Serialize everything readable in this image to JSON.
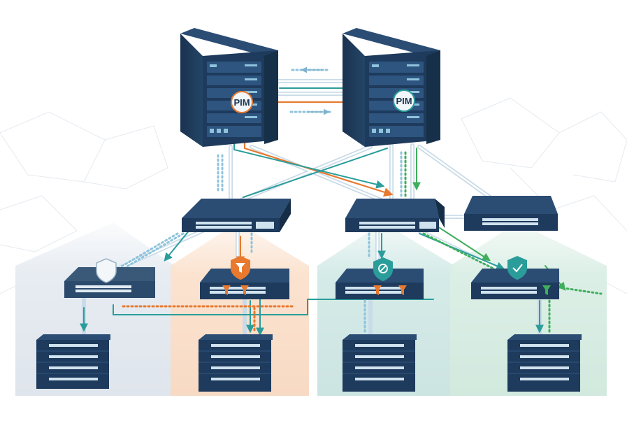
{
  "diagram": {
    "core_left": {
      "pim_label": "PIM"
    },
    "core_right": {
      "pim_label": "PIM"
    },
    "colors": {
      "navy": "#1e3a5c",
      "navy_dark": "#142a44",
      "orange": "#e8792e",
      "teal": "#2a9d9a",
      "green": "#3fae5c",
      "light_blue": "#8fc3dc",
      "gray_zone": "#e6ebf1",
      "orange_zone": "#fbe3d0",
      "teal_zone": "#d6ecea",
      "green_zone": "#dcefe6"
    },
    "zones": [
      {
        "name": "gray-zone",
        "icon": "shield-outline-icon"
      },
      {
        "name": "orange-zone",
        "icon": "filter-shield-icon"
      },
      {
        "name": "teal-zone",
        "icon": "blocked-shield-icon"
      },
      {
        "name": "green-zone",
        "icon": "check-shield-icon"
      }
    ]
  }
}
